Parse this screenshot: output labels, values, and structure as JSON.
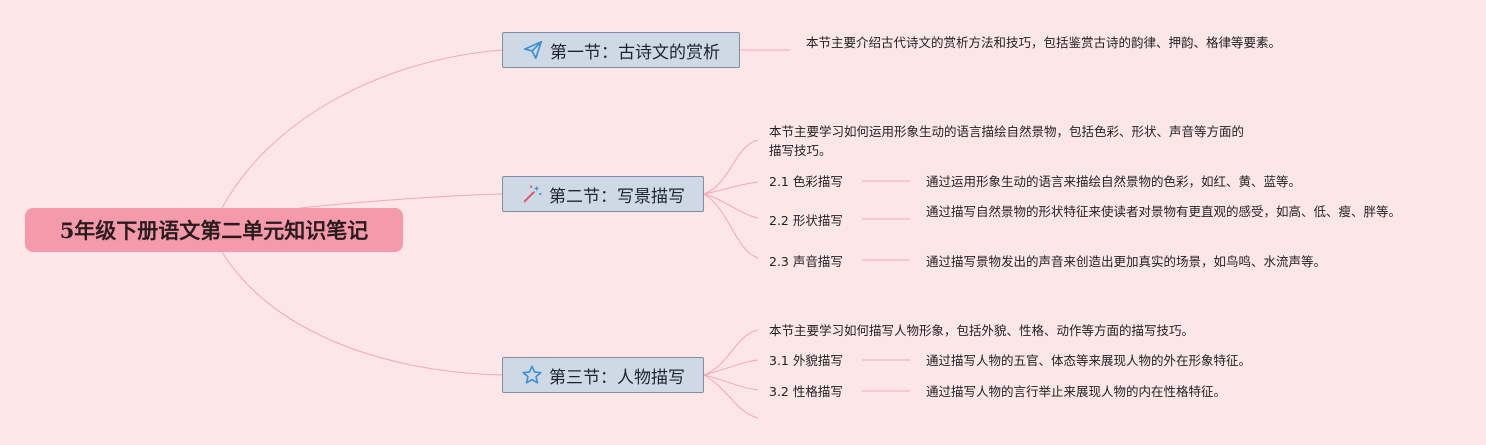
{
  "root": {
    "title": "5年级下册语文第二单元知识笔记"
  },
  "sections": [
    {
      "title": "第一节：古诗文的赏析",
      "icon": "paper-plane-icon",
      "summary": "本节主要介绍古代诗文的赏析方法和技巧，包括鉴赏古诗的韵律、押韵、格律等要素。"
    },
    {
      "title": "第二节：写景描写",
      "icon": "magic-wand-icon",
      "summary": "本节主要学习如何运用形象生动的语言描绘自然景物，包括色彩、形状、声音等方面的描写技巧。",
      "items": [
        {
          "label": "2.1 色彩描写",
          "detail": "通过运用形象生动的语言来描绘自然景物的色彩，如红、黄、蓝等。"
        },
        {
          "label": "2.2 形状描写",
          "detail": "通过描写自然景物的形状特征来使读者对景物有更直观的感受，如高、低、瘦、胖等。"
        },
        {
          "label": "2.3 声音描写",
          "detail": "通过描写景物发出的声音来创造出更加真实的场景，如鸟鸣、水流声等。"
        }
      ]
    },
    {
      "title": "第三节：人物描写",
      "icon": "star-icon",
      "summary": "本节主要学习如何描写人物形象，包括外貌、性格、动作等方面的描写技巧。",
      "items": [
        {
          "label": "3.1 外貌描写",
          "detail": "通过描写人物的五官、体态等来展现人物的外在形象特征。"
        },
        {
          "label": "3.2 性格描写",
          "detail": "通过描写人物的言行举止来展现人物的内在性格特征。"
        }
      ]
    }
  ],
  "colors": {
    "background": "#fde6e8",
    "root": "#f59aaa",
    "section_fill": "#cfd9e6",
    "section_border": "#7e8ea3",
    "connector": "#f2a8b8",
    "icon": "#3b8fd6",
    "wand_accent": "#e0506e"
  }
}
